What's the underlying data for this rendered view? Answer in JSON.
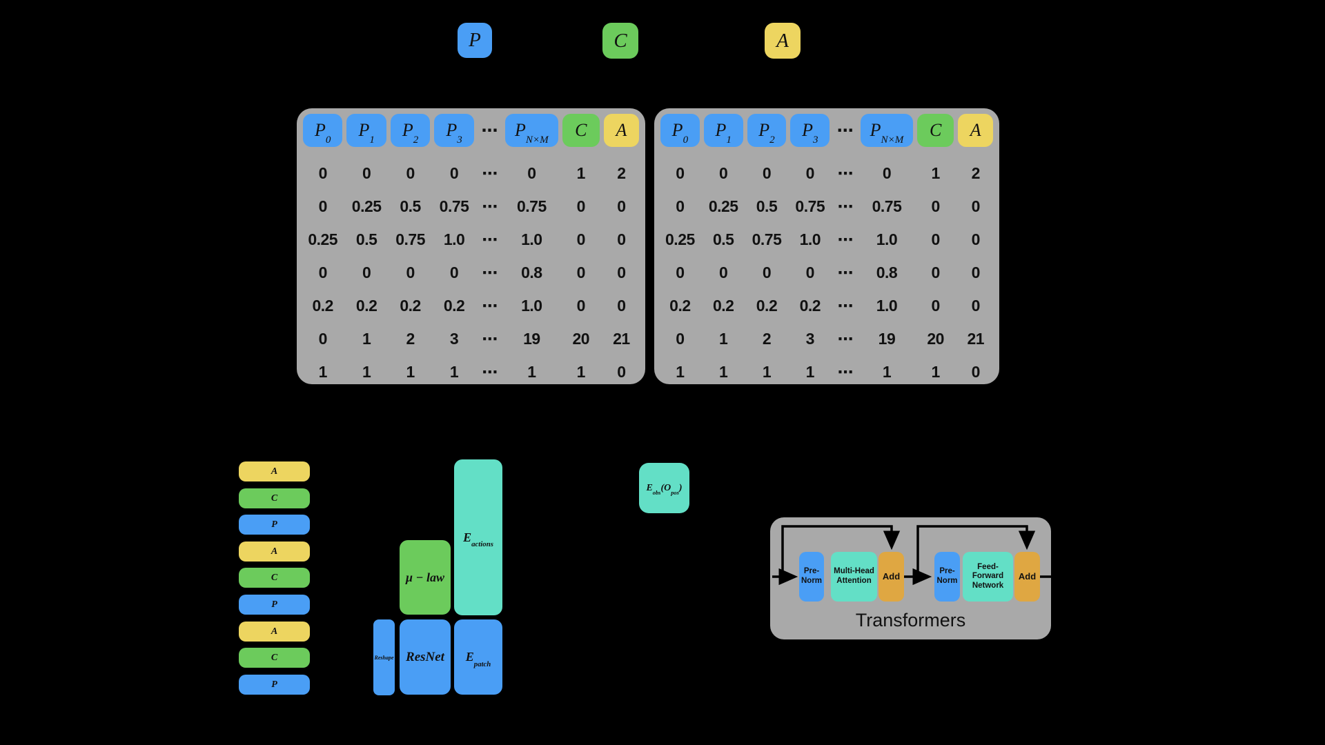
{
  "figure": {
    "legend": [
      {
        "label": "P"
      },
      {
        "label": "C"
      },
      {
        "label": "A"
      }
    ],
    "token_table": {
      "headers": [
        {
          "base": "P",
          "sub": "0",
          "color": "blue"
        },
        {
          "base": "P",
          "sub": "1",
          "color": "blue"
        },
        {
          "base": "P",
          "sub": "2",
          "color": "blue"
        },
        {
          "base": "P",
          "sub": "3",
          "color": "blue"
        },
        {
          "dots": "⋯"
        },
        {
          "base": "P",
          "sub": "N×M",
          "color": "blue"
        },
        {
          "base": "C",
          "sub": "",
          "color": "green"
        },
        {
          "base": "A",
          "sub": "",
          "color": "yellow"
        }
      ],
      "rows": [
        [
          "0",
          "0",
          "0",
          "0",
          "⋯",
          "0",
          "1",
          "2"
        ],
        [
          "0",
          "0.25",
          "0.5",
          "0.75",
          "⋯",
          "0.75",
          "0",
          "0"
        ],
        [
          "0.25",
          "0.5",
          "0.75",
          "1.0",
          "⋯",
          "1.0",
          "0",
          "0"
        ],
        [
          "0",
          "0",
          "0",
          "0",
          "⋯",
          "0.8",
          "0",
          "0"
        ],
        [
          "0.2",
          "0.2",
          "0.2",
          "0.2",
          "⋯",
          "1.0",
          "0",
          "0"
        ],
        [
          "0",
          "1",
          "2",
          "3",
          "⋯",
          "19",
          "20",
          "21"
        ],
        [
          "1",
          "1",
          "1",
          "1",
          "⋯",
          "1",
          "1",
          "0"
        ]
      ]
    },
    "token_stack": [
      "A",
      "C",
      "P",
      "A",
      "C",
      "P",
      "A",
      "C",
      "P"
    ],
    "encoders": {
      "reshape": "Reshape",
      "resnet": "ResNet",
      "mulaw": "μ − law",
      "e_actions": {
        "base": "E",
        "sub": "actions"
      },
      "e_patch": {
        "base": "E",
        "sub": "patch"
      },
      "e_obs": {
        "p1": "E",
        "s1": "obs",
        "p2": "(O",
        "s2": "pos",
        "p3": ")"
      }
    },
    "transformer": {
      "title": "Transformers",
      "pre_norm": "Pre-\nNorm",
      "mha": "Multi-Head\nAttention",
      "add": "Add",
      "ffn": "Feed-\nForward\nNetwork"
    },
    "colors": {
      "background": "#000000",
      "blue": "#4A9EF5",
      "green": "#6CCB5C",
      "yellow": "#EDD560",
      "teal": "#63DFC6",
      "orange": "#DFA742",
      "panel_gray": "#A9A9A9",
      "text": "#111111"
    }
  }
}
